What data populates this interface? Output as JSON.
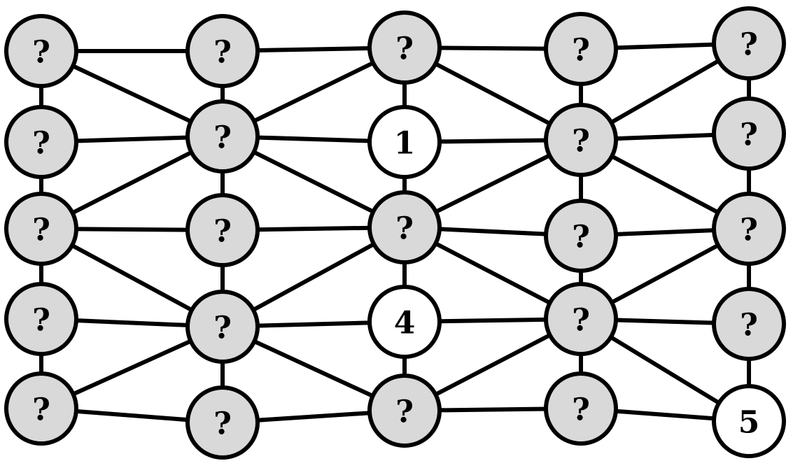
{
  "colors": {
    "hidden_fill": "#d9d9d9",
    "revealed_fill": "#ffffff",
    "stroke": "#000000"
  },
  "grid": {
    "rows": 5,
    "cols": 5
  },
  "nodes": [
    {
      "id": "r0c0",
      "label": "?",
      "revealed": false
    },
    {
      "id": "r0c1",
      "label": "?",
      "revealed": false
    },
    {
      "id": "r0c2",
      "label": "?",
      "revealed": false
    },
    {
      "id": "r0c3",
      "label": "?",
      "revealed": false
    },
    {
      "id": "r0c4",
      "label": "?",
      "revealed": false
    },
    {
      "id": "r1c0",
      "label": "?",
      "revealed": false
    },
    {
      "id": "r1c1",
      "label": "?",
      "revealed": false
    },
    {
      "id": "r1c2",
      "label": "1",
      "revealed": true
    },
    {
      "id": "r1c3",
      "label": "?",
      "revealed": false
    },
    {
      "id": "r1c4",
      "label": "?",
      "revealed": false
    },
    {
      "id": "r2c0",
      "label": "?",
      "revealed": false
    },
    {
      "id": "r2c1",
      "label": "?",
      "revealed": false
    },
    {
      "id": "r2c2",
      "label": "?",
      "revealed": false
    },
    {
      "id": "r2c3",
      "label": "?",
      "revealed": false
    },
    {
      "id": "r2c4",
      "label": "?",
      "revealed": false
    },
    {
      "id": "r3c0",
      "label": "?",
      "revealed": false
    },
    {
      "id": "r3c1",
      "label": "?",
      "revealed": false
    },
    {
      "id": "r3c2",
      "label": "4",
      "revealed": true
    },
    {
      "id": "r3c3",
      "label": "?",
      "revealed": false
    },
    {
      "id": "r3c4",
      "label": "?",
      "revealed": false
    },
    {
      "id": "r4c0",
      "label": "?",
      "revealed": false
    },
    {
      "id": "r4c1",
      "label": "?",
      "revealed": false
    },
    {
      "id": "r4c2",
      "label": "?",
      "revealed": false
    },
    {
      "id": "r4c3",
      "label": "?",
      "revealed": false
    },
    {
      "id": "r4c4",
      "label": "5",
      "revealed": true
    }
  ],
  "edges": [
    [
      "r0c0",
      "r0c1"
    ],
    [
      "r0c1",
      "r0c2"
    ],
    [
      "r0c2",
      "r0c3"
    ],
    [
      "r0c3",
      "r0c4"
    ],
    [
      "r1c0",
      "r1c1"
    ],
    [
      "r1c1",
      "r1c2"
    ],
    [
      "r1c2",
      "r1c3"
    ],
    [
      "r1c3",
      "r1c4"
    ],
    [
      "r2c0",
      "r2c1"
    ],
    [
      "r2c1",
      "r2c2"
    ],
    [
      "r2c2",
      "r2c3"
    ],
    [
      "r2c3",
      "r2c4"
    ],
    [
      "r3c0",
      "r3c1"
    ],
    [
      "r3c1",
      "r3c2"
    ],
    [
      "r3c2",
      "r3c3"
    ],
    [
      "r3c3",
      "r3c4"
    ],
    [
      "r4c0",
      "r4c1"
    ],
    [
      "r4c1",
      "r4c2"
    ],
    [
      "r4c2",
      "r4c3"
    ],
    [
      "r4c3",
      "r4c4"
    ],
    [
      "r0c0",
      "r1c0"
    ],
    [
      "r1c0",
      "r2c0"
    ],
    [
      "r2c0",
      "r3c0"
    ],
    [
      "r3c0",
      "r4c0"
    ],
    [
      "r0c1",
      "r1c1"
    ],
    [
      "r1c1",
      "r2c1"
    ],
    [
      "r2c1",
      "r3c1"
    ],
    [
      "r3c1",
      "r4c1"
    ],
    [
      "r0c2",
      "r1c2"
    ],
    [
      "r1c2",
      "r2c2"
    ],
    [
      "r2c2",
      "r3c2"
    ],
    [
      "r3c2",
      "r4c2"
    ],
    [
      "r0c3",
      "r1c3"
    ],
    [
      "r1c3",
      "r2c3"
    ],
    [
      "r2c3",
      "r3c3"
    ],
    [
      "r3c3",
      "r4c3"
    ],
    [
      "r0c4",
      "r1c4"
    ],
    [
      "r1c4",
      "r2c4"
    ],
    [
      "r2c4",
      "r3c4"
    ],
    [
      "r3c4",
      "r4c4"
    ],
    [
      "r0c0",
      "r1c1"
    ],
    [
      "r0c2",
      "r1c1"
    ],
    [
      "r0c2",
      "r1c3"
    ],
    [
      "r0c4",
      "r1c3"
    ],
    [
      "r2c0",
      "r1c1"
    ],
    [
      "r1c1",
      "r2c2"
    ],
    [
      "r2c2",
      "r1c3"
    ],
    [
      "r1c3",
      "r2c4"
    ],
    [
      "r2c0",
      "r3c1"
    ],
    [
      "r3c1",
      "r2c2"
    ],
    [
      "r2c2",
      "r3c3"
    ],
    [
      "r3c3",
      "r2c4"
    ],
    [
      "r4c0",
      "r3c1"
    ],
    [
      "r3c1",
      "r4c2"
    ],
    [
      "r4c2",
      "r3c3"
    ],
    [
      "r3c3",
      "r4c4"
    ]
  ]
}
